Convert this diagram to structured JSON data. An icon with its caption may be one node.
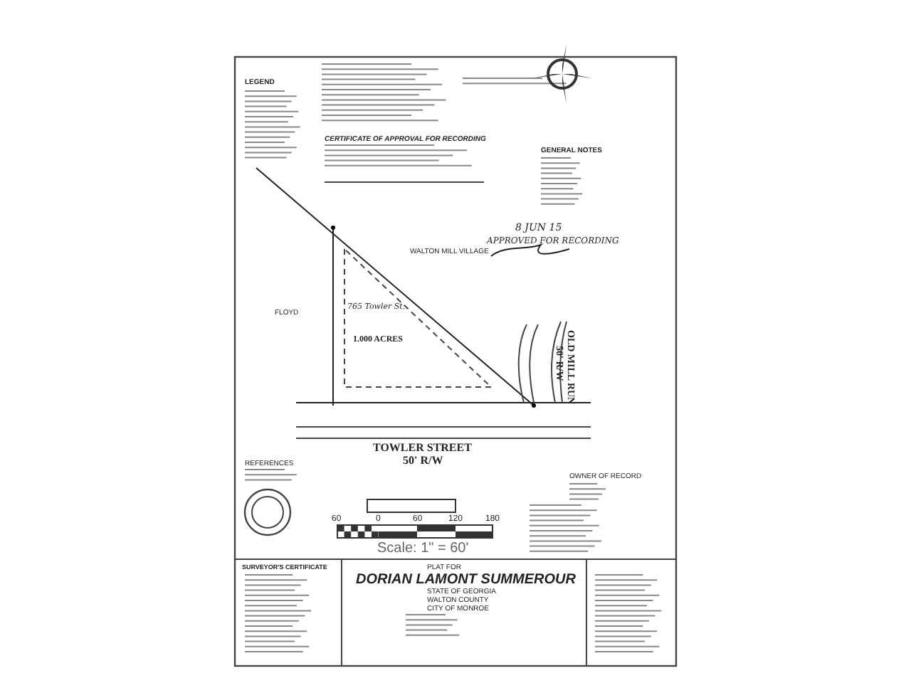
{
  "diagram": {
    "labels": [
      "LEGEND",
      "CERTIFICATE OF APPROVAL FOR RECORDING",
      "GENERAL NOTES",
      "8 JUN 15",
      "APPROVED FOR RECORDING",
      "WALTON MILL VILLAGE",
      "765 Towler St.",
      "FLOYD",
      "1.000 ACRES",
      "OLD MILL RUN",
      "50' R/W",
      "TOWLER STREET",
      "50' R/W",
      "REFERENCES",
      "OWNER OF RECORD",
      "60",
      "0",
      "60",
      "120",
      "180",
      "Scale: 1\" = 60'",
      "SURVEYOR'S CERTIFICATE",
      "PLAT FOR",
      "DORIAN LAMONT SUMMEROUR",
      "STATE OF GEORGIA",
      "WALTON COUNTY",
      "CITY OF MONROE"
    ]
  }
}
